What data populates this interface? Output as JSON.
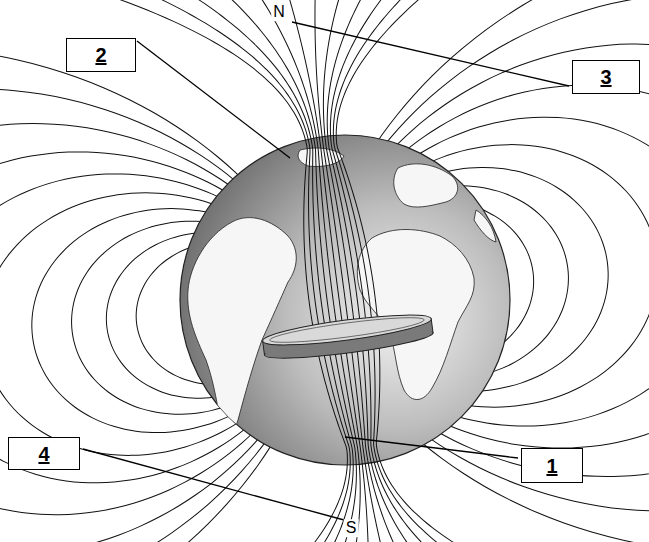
{
  "diagram": {
    "nodes": [
      {
        "text": [
          "2"
        ]
      },
      {
        "text": [
          "3"
        ]
      },
      {
        "text": [
          "4"
        ]
      },
      {
        "text": [
          "1"
        ]
      }
    ],
    "labels": [
      "N",
      "S"
    ]
  }
}
